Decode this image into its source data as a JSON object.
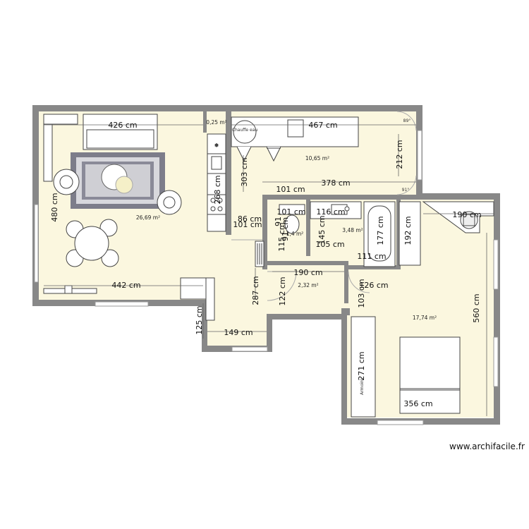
{
  "rooms": {
    "living_area": "26,69 m²",
    "small_area": "0,25 m²",
    "kitchen_area": "10,65 m²",
    "wc_area": "1,4 m²",
    "bath_area": "3,48 m²",
    "hall_area": "2,32 m²",
    "bedroom_area": "17,74 m²"
  },
  "dimensions": {
    "d426": "426 cm",
    "d467": "467 cm",
    "d212": "212 cm",
    "d303": "303 cm",
    "d378": "378 cm",
    "d101a": "101 cm",
    "d268": "268 cm",
    "d480": "480 cm",
    "d86": "86 cm",
    "d101b": "101 cm",
    "d101c": "101 cm",
    "d91": "91",
    "d91b": "91 cm",
    "d116": "116 cm",
    "d190a": "190 cm",
    "d145": "145 cm",
    "d177": "177 cm",
    "d192": "192 cm",
    "d115": "115 cm",
    "d105": "105 cm",
    "d111": "111 cm",
    "d190b": "190 cm",
    "d442": "442 cm",
    "d287": "287 cm",
    "d122": "122 cm",
    "d126": "126 cm",
    "d103": "103 cm",
    "d560": "560 cm",
    "d125": "125 cm",
    "d149": "149 cm",
    "d271": "271 cm",
    "d356": "356 cm"
  },
  "labels": {
    "heater": "Chauffe eau",
    "wardrobe": "Armoire",
    "door_angle_a": "89°",
    "door_angle_b": "91°"
  },
  "credit": "www.archifacile.fr"
}
